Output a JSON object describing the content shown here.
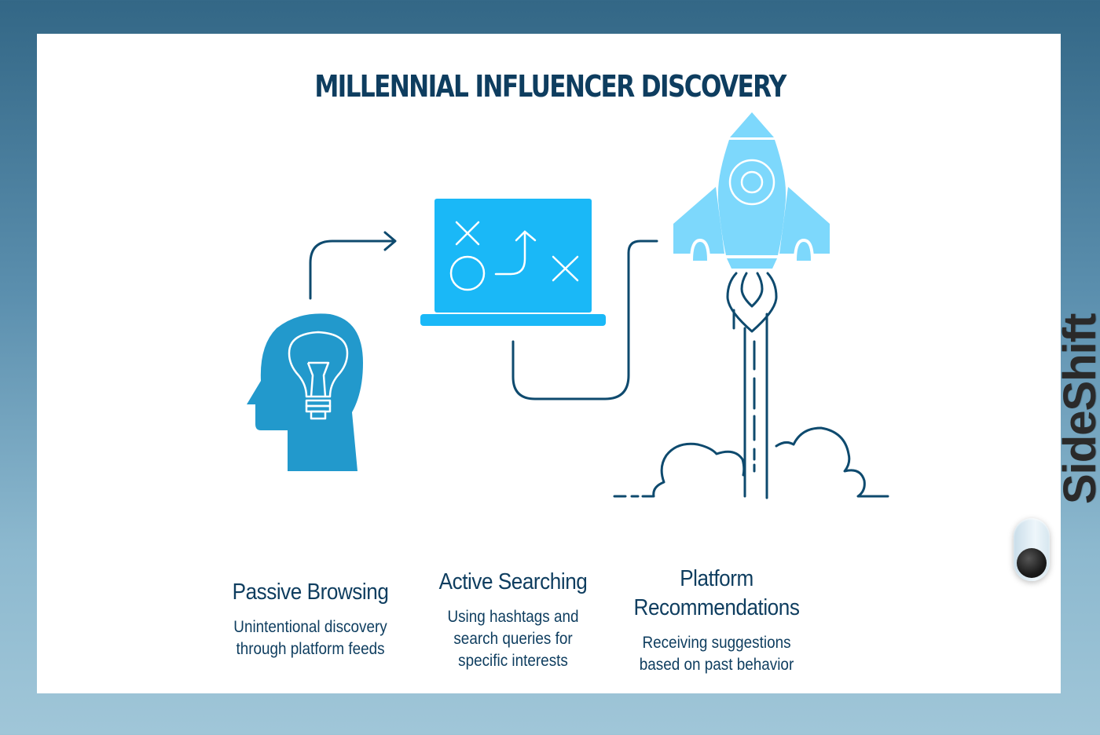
{
  "title": "MILLENNIAL INFLUENCER DISCOVERY",
  "stages": [
    {
      "heading": "Passive Browsing",
      "description_line1": "Unintentional discovery",
      "description_line2": "through platform feeds",
      "icon": "head-lightbulb-icon"
    },
    {
      "heading": "Active Searching",
      "description_line1": "Using hashtags and",
      "description_line2": "search queries for",
      "description_line3": "specific interests",
      "icon": "laptop-strategy-icon"
    },
    {
      "heading_line1": "Platform",
      "heading_line2": "Recommendations",
      "description_line1": "Receiving suggestions",
      "description_line2": "based on past behavior",
      "icon": "rocket-launch-icon"
    }
  ],
  "brand": {
    "name": "SideShift",
    "toggle": "toggle-switch"
  },
  "colors": {
    "title": "#0e3d5f",
    "head": "#2299cc",
    "laptop": "#1ab8f7",
    "rocket": "#7dd8fc",
    "line": "#0e4a6e",
    "background_top": "#336786",
    "background_bottom": "#a0c6d8"
  }
}
